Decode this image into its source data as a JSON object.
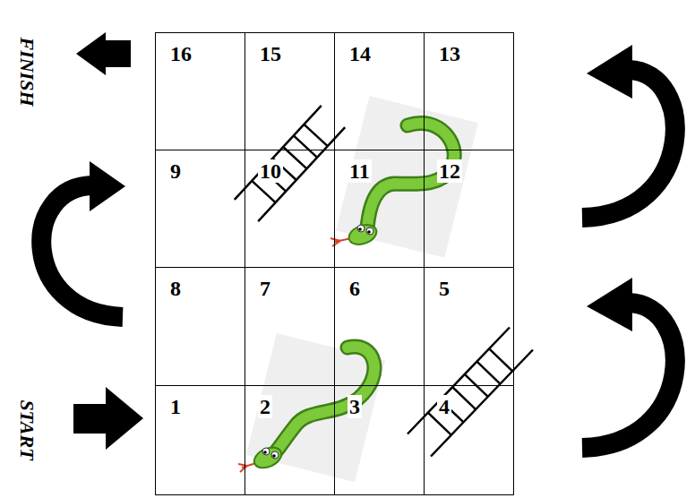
{
  "diagram": {
    "nodes": [
      {
        "text": [
          "16"
        ]
      },
      {
        "text": [
          "15"
        ]
      },
      {
        "text": [
          "14"
        ]
      },
      {
        "text": [
          "13"
        ]
      },
      {
        "text": [
          "9"
        ]
      },
      {
        "text": [
          "10"
        ]
      },
      {
        "text": [
          "11"
        ]
      },
      {
        "text": [
          "12"
        ]
      },
      {
        "text": [
          "8"
        ]
      },
      {
        "text": [
          "7"
        ]
      },
      {
        "text": [
          "6"
        ]
      },
      {
        "text": [
          "5"
        ]
      },
      {
        "text": [
          "1"
        ]
      },
      {
        "text": [
          "2"
        ]
      },
      {
        "text": [
          "3"
        ]
      },
      {
        "text": [
          "4"
        ]
      }
    ],
    "labels": [
      "FINISH",
      "START"
    ]
  }
}
